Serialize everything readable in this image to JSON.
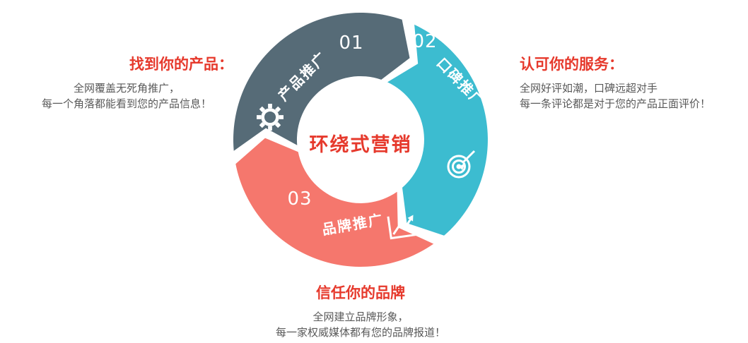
{
  "colors": {
    "segment_gray": "#566b77",
    "segment_teal": "#3cbcd0",
    "segment_red": "#f5776d",
    "accent_red": "#e6392c",
    "body_text": "#595959",
    "icon_white": "#ffffff"
  },
  "center": {
    "title": "环绕式营销"
  },
  "segments": [
    {
      "number": "01",
      "label": "产品推广",
      "icon": "gear-icon"
    },
    {
      "number": "02",
      "label": "口碑推广",
      "icon": "target-icon"
    },
    {
      "number": "03",
      "label": "品牌推广",
      "icon": "line-chart-icon"
    }
  ],
  "callouts": {
    "left": {
      "heading": "找到你的产品：",
      "lines": [
        "全网覆盖无死角推广，",
        "每一个角落都能看到您的产品信息！"
      ]
    },
    "right": {
      "heading": "认可你的服务：",
      "lines": [
        "全网好评如潮，口碑远超对手",
        "每一条评论都是对于您的产品正面评价！"
      ]
    },
    "bottom": {
      "heading": "信任你的品牌",
      "lines": [
        "全网建立品牌形象，",
        "每一家权威媒体都有您的品牌报道！"
      ]
    }
  }
}
